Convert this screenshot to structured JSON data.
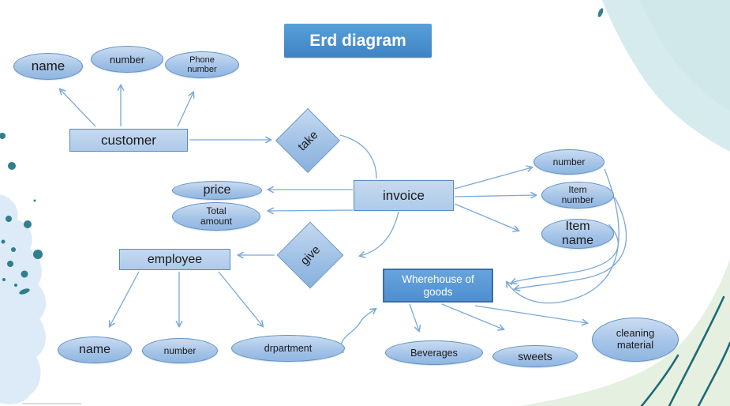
{
  "title": "Erd diagram",
  "nodes": {
    "customer": {
      "label": "customer"
    },
    "cust_name": {
      "label": "name"
    },
    "cust_number": {
      "label": "number"
    },
    "cust_phone": {
      "line1": "Phone",
      "line2": "number"
    },
    "take": {
      "label": "take"
    },
    "invoice": {
      "label": "invoice"
    },
    "price": {
      "label": "price"
    },
    "total_amount": {
      "line1": "Total",
      "line2": "amount"
    },
    "inv_number": {
      "label": "number"
    },
    "item_number": {
      "line1": "Item",
      "line2": "number"
    },
    "item_name": {
      "line1": "Item",
      "line2": "name"
    },
    "give": {
      "label": "give"
    },
    "employee": {
      "label": "employee"
    },
    "emp_name": {
      "label": "name"
    },
    "emp_number": {
      "label": "number"
    },
    "department": {
      "label": "drpartment"
    },
    "warehouse": {
      "line1": "Wherehouse of",
      "line2": "goods"
    },
    "beverages": {
      "label": "Beverages"
    },
    "sweets": {
      "label": "sweets"
    },
    "cleaning": {
      "line1": "cleaning",
      "line2": "material"
    }
  },
  "colors": {
    "shape_fill_top": "#cadcf1",
    "shape_fill_bottom": "#8fb6e0",
    "shape_border": "#5f92c8",
    "title_fill": "#4a8cc7",
    "warehouse_fill": "#5b9bd5",
    "warehouse_border": "#3a6ea5",
    "connector": "#7aa8da",
    "title_text": "#ffffff",
    "node_text": "#1a1a1a",
    "wash_cyan": "#d6ebee",
    "wash_blue": "#dcebf7",
    "wash_green": "#e6f0e1",
    "dot_teal": "#2f7f8d",
    "stem_teal": "#1d6a77"
  }
}
